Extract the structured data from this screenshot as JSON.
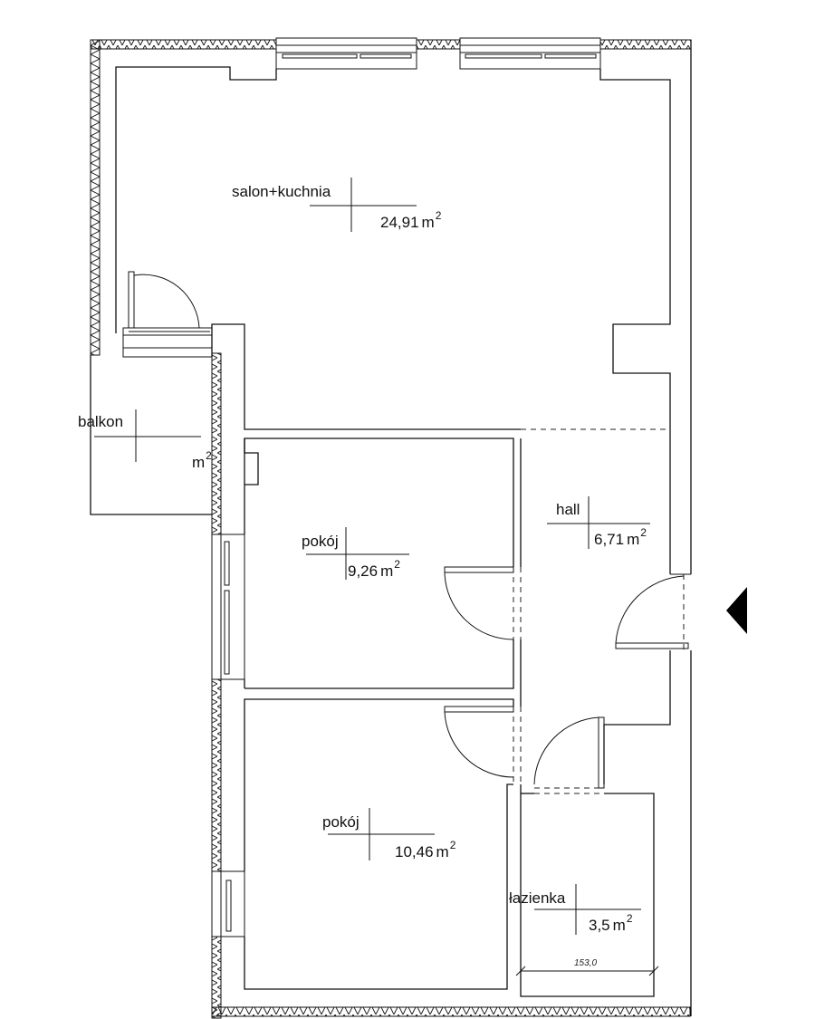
{
  "rooms": [
    {
      "key": "salon",
      "name": "salon+kuchnia",
      "area": "24,91",
      "unit": "m",
      "sup": "2"
    },
    {
      "key": "balkon",
      "name": "balkon",
      "area": "",
      "unit": "m",
      "sup": "2"
    },
    {
      "key": "pokoj1",
      "name": "pokój",
      "area": "9,26",
      "unit": "m",
      "sup": "2"
    },
    {
      "key": "hall",
      "name": "hall",
      "area": "6,71",
      "unit": "m",
      "sup": "2"
    },
    {
      "key": "pokoj2",
      "name": "pokój",
      "area": "10,46",
      "unit": "m",
      "sup": "2"
    },
    {
      "key": "lazienka",
      "name": "łazienka",
      "area": "3,5",
      "unit": "m",
      "sup": "2"
    }
  ],
  "dimension": {
    "bath_width": "153,0"
  },
  "colors": {
    "line": "#111111",
    "entrance_marker": "#000000",
    "background": "#ffffff"
  },
  "icons": {
    "entrance": "entrance-arrow-icon"
  }
}
